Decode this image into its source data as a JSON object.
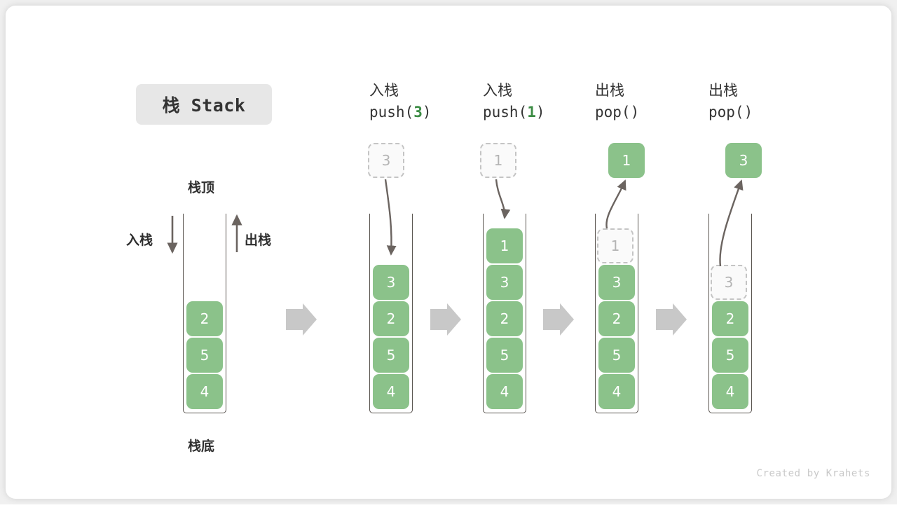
{
  "title_badge": {
    "text": "栈 Stack"
  },
  "labels": {
    "top": "栈顶",
    "bottom": "栈底",
    "push": "入栈",
    "pop": "出栈"
  },
  "colors": {
    "element_fill": "#8bc28a",
    "element_text": "#ffffff",
    "ghost_border": "#c4c4c4",
    "ghost_text": "#b4b4b4",
    "accent_arg": "#3c8c44",
    "arrow_grey": "#c8c8c8",
    "container_stroke": "#5a5550",
    "badge_bg": "#e7e7e7",
    "card_bg": "#ffffff",
    "page_bg": "#f0f0f0"
  },
  "columns": [
    {
      "id": "initial",
      "head_line1": "",
      "head_line2": "",
      "head_arg": "",
      "stack": [
        "2",
        "5",
        "4"
      ],
      "ghost_in_stack": null,
      "floating_box": null,
      "floating_state": null
    },
    {
      "id": "push-3",
      "head_line1": "入栈",
      "head_line2_prefix": "push(",
      "head_arg": "3",
      "head_line2_suffix": ")",
      "stack": [
        "3",
        "2",
        "5",
        "4"
      ],
      "ghost_in_stack": null,
      "floating_box": "3",
      "floating_state": "ghost",
      "arrow_direction": "down"
    },
    {
      "id": "push-1",
      "head_line1": "入栈",
      "head_line2_prefix": "push(",
      "head_arg": "1",
      "head_line2_suffix": ")",
      "stack": [
        "1",
        "3",
        "2",
        "5",
        "4"
      ],
      "ghost_in_stack": null,
      "floating_box": "1",
      "floating_state": "ghost",
      "arrow_direction": "down"
    },
    {
      "id": "pop-1",
      "head_line1": "出栈",
      "head_line2_prefix": "pop(",
      "head_arg": "",
      "head_line2_suffix": ")",
      "stack": [
        "3",
        "2",
        "5",
        "4"
      ],
      "ghost_in_stack": "1",
      "floating_box": "1",
      "floating_state": "filled",
      "arrow_direction": "up"
    },
    {
      "id": "pop-3",
      "head_line1": "出栈",
      "head_line2_prefix": "pop(",
      "head_arg": "",
      "head_line2_suffix": ")",
      "stack": [
        "2",
        "5",
        "4"
      ],
      "ghost_in_stack": "3",
      "floating_box": "3",
      "floating_state": "filled",
      "arrow_direction": "up"
    }
  ],
  "credit": "Created by Krahets"
}
